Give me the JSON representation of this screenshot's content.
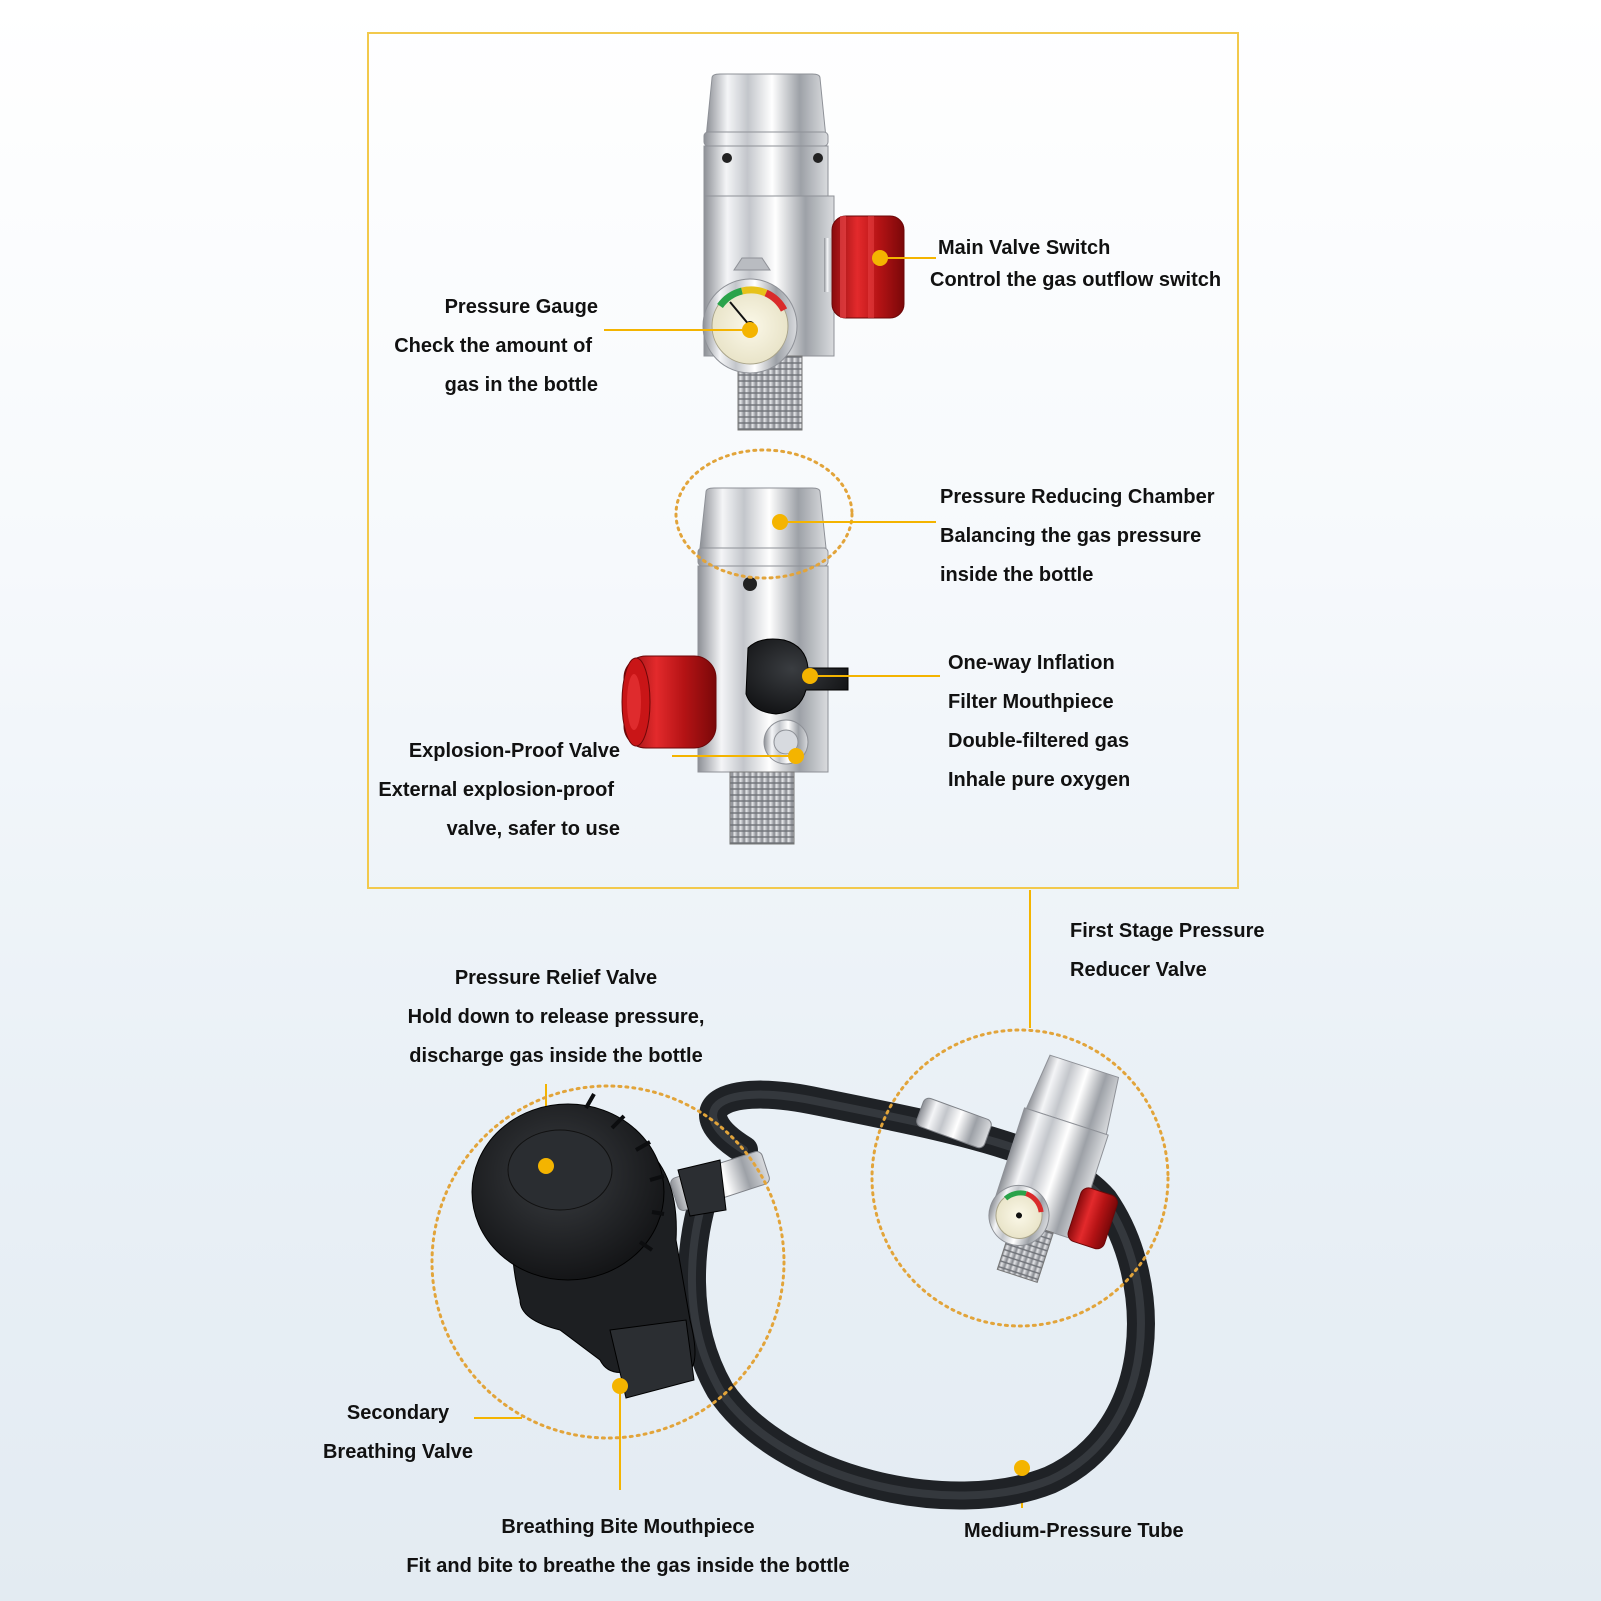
{
  "colors": {
    "accent": "#f4b400",
    "frame": "#f2c94c",
    "knob_red": "#d2191c",
    "hose_dark": "#2f3236"
  },
  "labels": {
    "main_valve": [
      "Main Valve Switch",
      "Control the gas outflow switch"
    ],
    "pressure_gauge": [
      "Pressure Gauge",
      "Check the amount of",
      "gas in the bottle"
    ],
    "reducing_chamber": [
      "Pressure Reducing Chamber",
      "Balancing the gas pressure",
      "inside the bottle"
    ],
    "one_way": [
      "One-way Inflation",
      "Filter Mouthpiece",
      "Double-filtered gas",
      "Inhale pure oxygen"
    ],
    "explosion_proof": [
      "Explosion-Proof Valve",
      "External explosion-proof",
      "valve, safer to use"
    ],
    "first_stage": [
      "First Stage Pressure",
      "Reducer Valve"
    ],
    "relief_valve": [
      "Pressure Relief Valve",
      "Hold down to release pressure,",
      "discharge gas inside the bottle"
    ],
    "secondary": [
      "Secondary",
      "Breathing Valve"
    ],
    "bite_mouthpiece": [
      "Breathing Bite Mouthpiece",
      "Fit and bite to breathe the gas inside the bottle"
    ],
    "medium_tube": [
      "Medium-Pressure Tube"
    ]
  }
}
